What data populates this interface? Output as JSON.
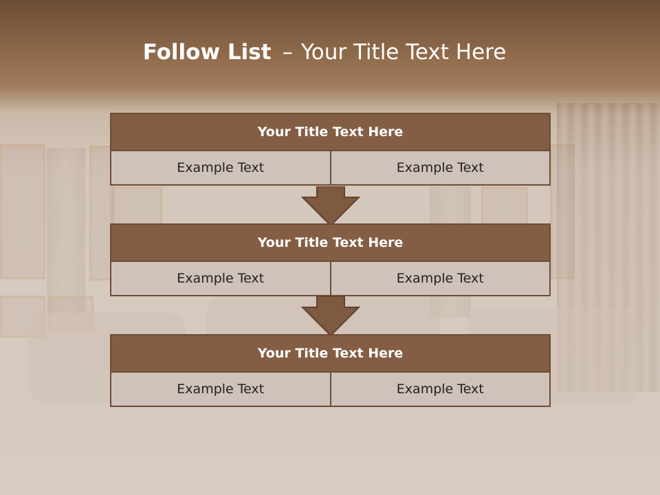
{
  "slide": {
    "title_bold": "Follow List",
    "title_separator": "–",
    "title_rest": "Your Title Text Here"
  },
  "blocks": [
    {
      "title": "Your Title Text Here",
      "cells": [
        "Example Text",
        "Example Text"
      ]
    },
    {
      "title": "Your Title Text Here",
      "cells": [
        "Example Text",
        "Example Text"
      ]
    },
    {
      "title": "Your Title Text Here",
      "cells": [
        "Example Text",
        "Example Text"
      ]
    }
  ],
  "colors": {
    "header_fill": "#845e44",
    "border": "#6e4c35",
    "cell_fill": "#cfc2ba",
    "arrow_fill": "#7e5a40"
  },
  "icons": {
    "arrow": "down-arrow-icon"
  }
}
